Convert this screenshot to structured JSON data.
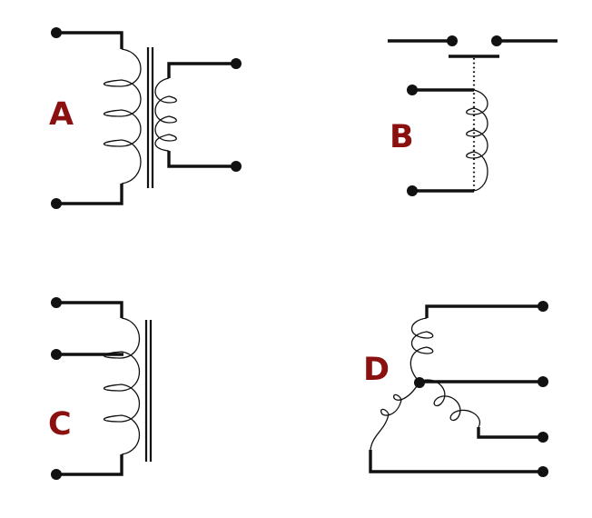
{
  "diagrams": {
    "a": {
      "label": "A"
    },
    "b": {
      "label": "B"
    },
    "c": {
      "label": "C"
    },
    "d": {
      "label": "D"
    }
  },
  "colors": {
    "label": "#8b1111",
    "line": "#111111",
    "background": "#ffffff"
  }
}
